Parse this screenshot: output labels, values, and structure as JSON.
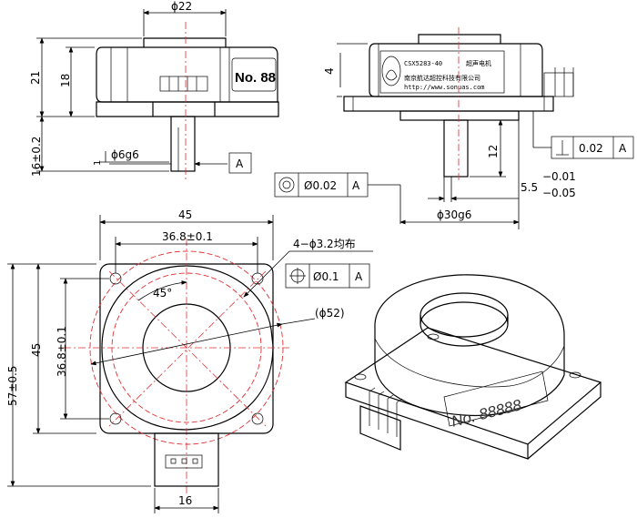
{
  "top_front": {
    "dia_top": "ϕ22",
    "h21": "21",
    "h18": "18",
    "h16": "16±0.2",
    "h1": "1",
    "shaft": "ϕ6g6",
    "datum": "A",
    "nameplate": "No. 88"
  },
  "top_side": {
    "h4": "4",
    "model": "CSX5283-40",
    "type_cn": "超声电机",
    "company_cn": "南京航达超控科技有限公司",
    "url": "http://www.sonuas.com",
    "h12": "12",
    "perp_value": "0.02",
    "perp_datum": "A",
    "conc_value": "Ø0.02",
    "conc_datum": "A",
    "tol_base": "5.5",
    "tol_upper": "−0.01",
    "tol_lower": "−0.05",
    "dia30": "ϕ30g6"
  },
  "plan": {
    "w45": "45",
    "w36": "36.8±0.1",
    "holes": "4−ϕ3.2均布",
    "pos_value": "Ø0.1",
    "pos_datum": "A",
    "angle": "45°",
    "dia52": "(ϕ52)",
    "h57": "57±0.5",
    "h45": "45",
    "h36": "36.8±0.1",
    "w16": "16"
  },
  "iso": {
    "nameplate": "No. 88888"
  }
}
